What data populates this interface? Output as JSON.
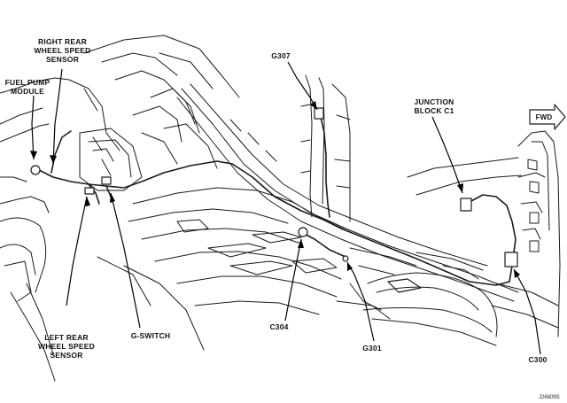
{
  "labels": {
    "right_rear_sensor": "RIGHT REAR\nWHEEL SPEED\nSENSOR",
    "fuel_pump": "FUEL PUMP\nMODULE",
    "g307": "G307",
    "junction_block": "JUNCTION\nBLOCK C1",
    "fwd": "FWD",
    "left_rear_sensor": "LEFT REAR\nWHEEL SPEED\nSENSOR",
    "g_switch": "G-SWITCH",
    "c304": "C304",
    "g301": "G301",
    "c300": "C300",
    "figure_code": "J26809S"
  }
}
